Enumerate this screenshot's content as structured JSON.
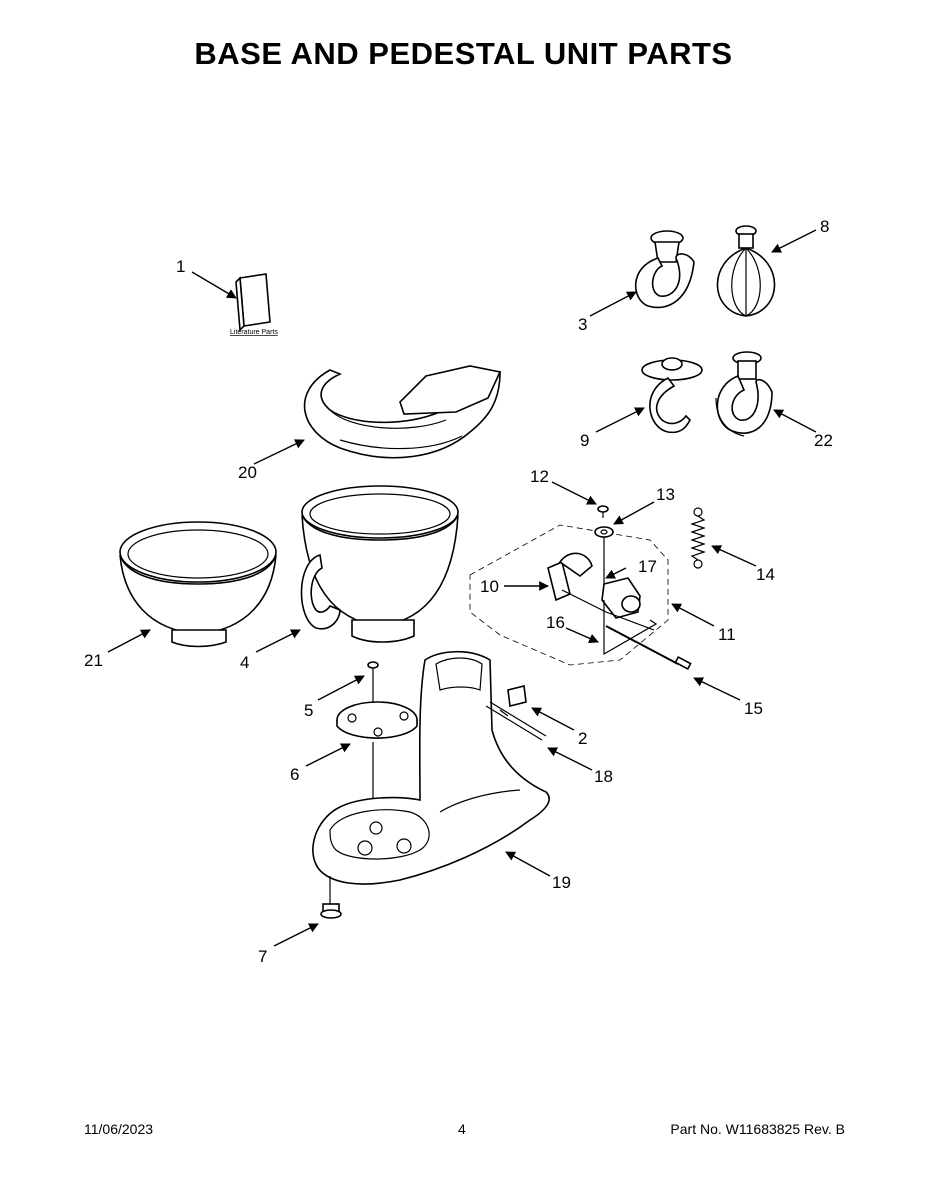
{
  "title": "BASE AND PEDESTAL UNIT PARTS",
  "literature_label": "Literature Parts",
  "callouts": {
    "c1": "1",
    "c2": "2",
    "c3": "3",
    "c4": "4",
    "c5": "5",
    "c6": "6",
    "c7": "7",
    "c8": "8",
    "c9": "9",
    "c10": "10",
    "c11": "11",
    "c12": "12",
    "c13": "13",
    "c14": "14",
    "c15": "15",
    "c16": "16",
    "c17": "17",
    "c18": "18",
    "c19": "19",
    "c20": "20",
    "c21": "21",
    "c22": "22"
  },
  "footer": {
    "date": "11/06/2023",
    "page": "4",
    "part_no": "Part No.  W11683825  Rev.  B"
  }
}
